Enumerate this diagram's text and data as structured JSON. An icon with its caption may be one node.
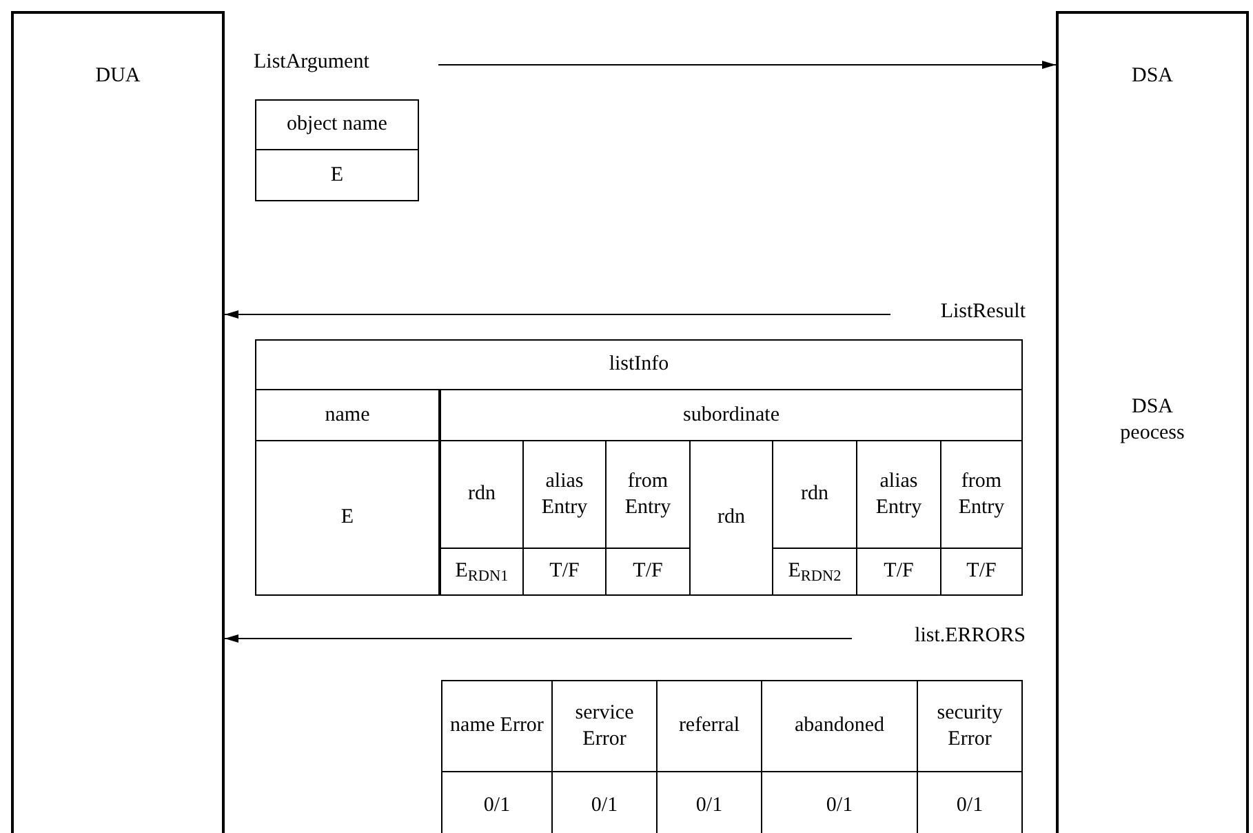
{
  "diagram": {
    "nodes": [
      {
        "text": [
          "DUA"
        ]
      },
      {
        "text": [
          "DSA",
          "DSA peocess"
        ]
      }
    ],
    "edges": [
      {
        "from": null,
        "to": 1,
        "arrow": "to",
        "label": "ListArgument"
      },
      {
        "from": null,
        "to": 0,
        "arrow": "to",
        "label": "ListResult"
      },
      {
        "from": null,
        "to": 0,
        "arrow": "to",
        "label": "list.ERRORS"
      }
    ],
    "labels": [
      "object name",
      "E",
      "listInfo",
      "name",
      "subordinate",
      "E",
      "rdn",
      "alias Entry",
      "from Entry",
      "rdn",
      "rdn",
      "alias Entry",
      "from Entry",
      "E$_{RDN1}$",
      "T/F",
      "T/F",
      "E$_{RDN2}$",
      "T/F",
      "T/F",
      "name Error",
      "service Error",
      "referral",
      "abandoned",
      "security Error",
      "0/1",
      "0/1",
      "0/1",
      "0/1",
      "0/1"
    ]
  }
}
